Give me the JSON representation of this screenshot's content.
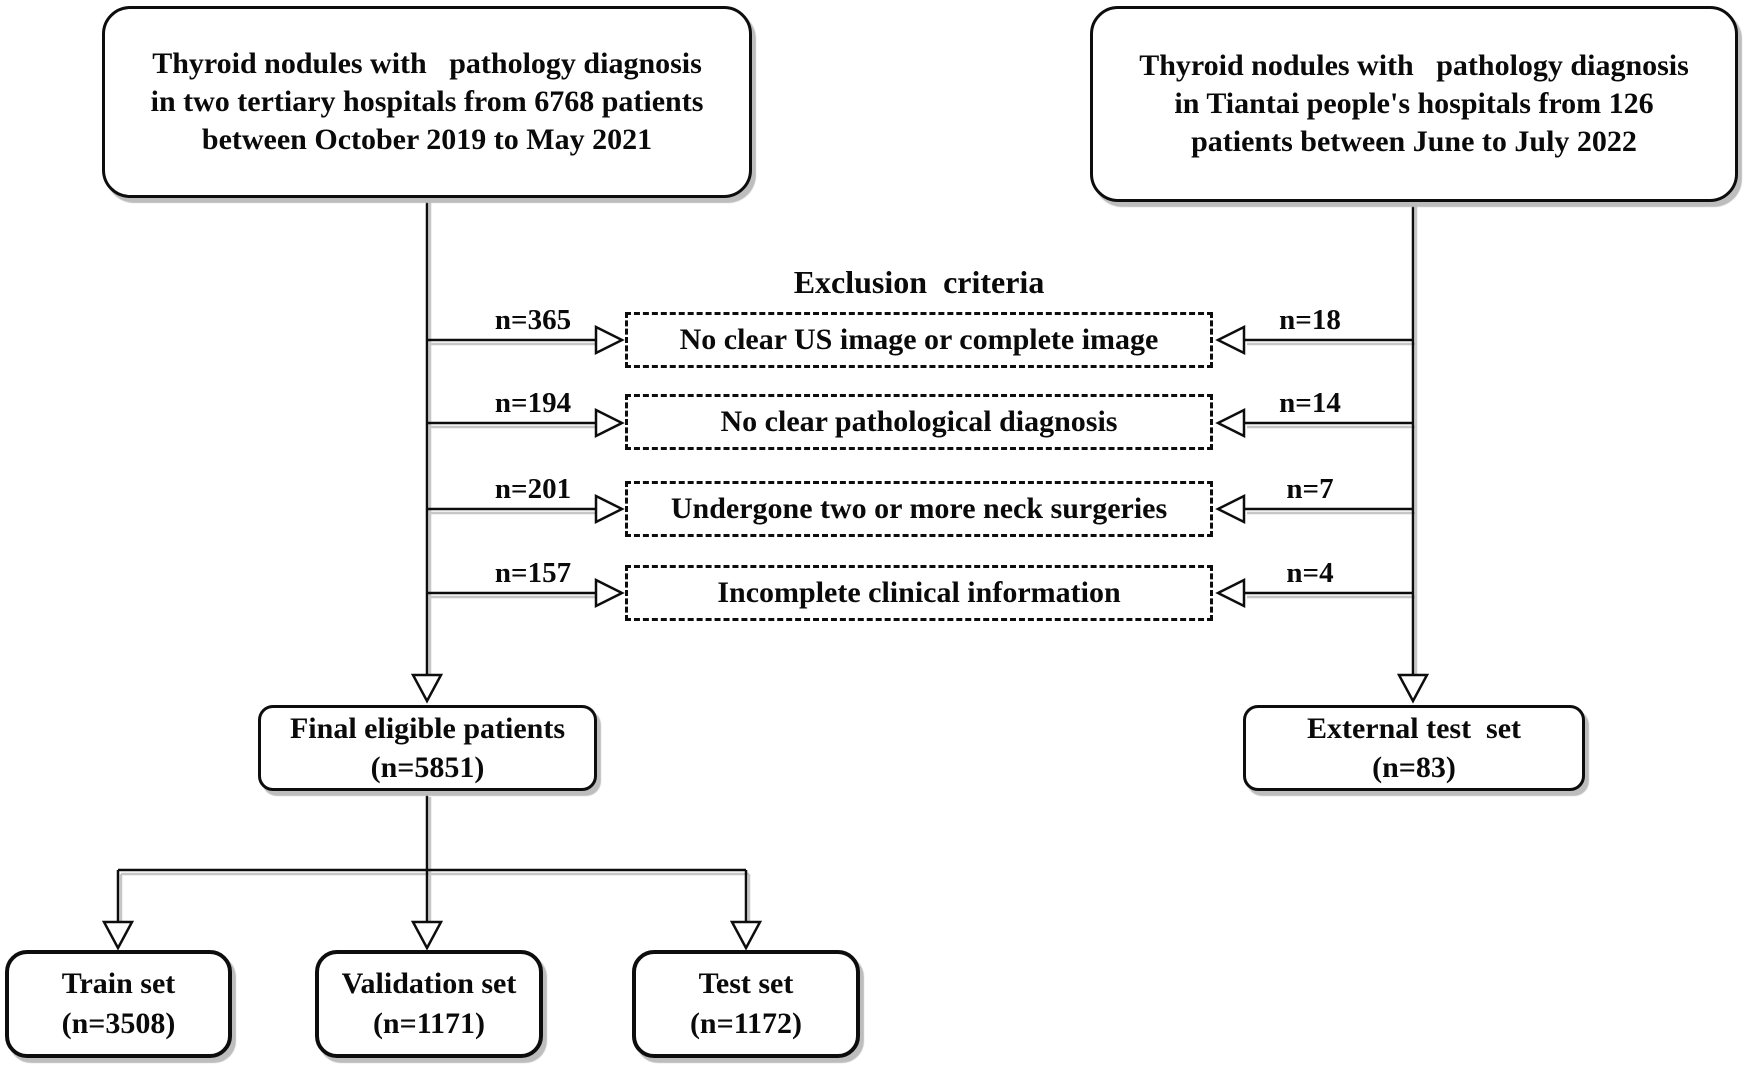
{
  "palette": {
    "ink": "#0d0d0d",
    "shadow": "#bdbdbd",
    "background": "#ffffff"
  },
  "sources": {
    "left": {
      "line1": "Thyroid nodules with   pathology diagnosis",
      "line2": "in two tertiary hospitals from 6768 patients",
      "line3": "between October 2019 to May 2021"
    },
    "right": {
      "line1": "Thyroid nodules with   pathology diagnosis",
      "line2": "in Tiantai people's hospitals from 126",
      "line3": "patients between June to July 2022"
    }
  },
  "exclusion": {
    "title": "Exclusion  criteria",
    "rows": [
      {
        "label": "No clear US image or complete image",
        "left_n": "n=365",
        "right_n": "n=18"
      },
      {
        "label": "No clear pathological diagnosis",
        "left_n": "n=194",
        "right_n": "n=14"
      },
      {
        "label": "Undergone two or more neck surgeries",
        "left_n": "n=201",
        "right_n": "n=7"
      },
      {
        "label": "Incomplete clinical information",
        "left_n": "n=157",
        "right_n": "n=4"
      }
    ]
  },
  "outcomes": {
    "final": {
      "line1": "Final eligible patients",
      "line2": "(n=5851)"
    },
    "external": {
      "line1": "External test  set",
      "line2": "(n=83)"
    },
    "splits": [
      {
        "line1": "Train set",
        "line2": "(n=3508)"
      },
      {
        "line1": "Validation set",
        "line2": "(n=1171)"
      },
      {
        "line1": "Test set",
        "line2": "(n=1172)"
      }
    ]
  }
}
